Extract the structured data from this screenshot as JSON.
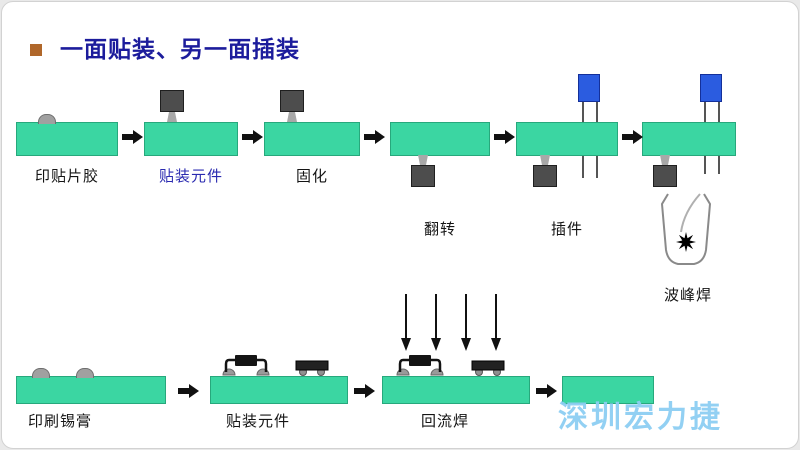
{
  "title": "一面贴装、另一面插装",
  "watermark": "深圳宏力捷",
  "smt_row": {
    "steps": [
      {
        "id": "print-adhesive",
        "label": "印贴片胶"
      },
      {
        "id": "place-components",
        "label": "贴装元件"
      },
      {
        "id": "cure",
        "label": "固化"
      },
      {
        "id": "flip",
        "label": "翻转"
      },
      {
        "id": "insert",
        "label": "插件"
      },
      {
        "id": "wave-solder",
        "label": "波峰焊"
      }
    ]
  },
  "tht_row": {
    "steps": [
      {
        "id": "print-paste",
        "label": "印刷锡膏"
      },
      {
        "id": "place-components",
        "label": "贴装元件"
      },
      {
        "id": "reflow",
        "label": "回流焊"
      }
    ]
  },
  "colors": {
    "board_green": "#3bd6a2",
    "component_gray": "#4d4d4d",
    "solder_gray": "#a0a0a0",
    "capacitor_blue": "#2b5ce0",
    "title_blue": "#1c1c9c",
    "highlight_label_blue": "#2a2ab0",
    "arrow_black": "#111111",
    "watermark_blue": "#8fcef2"
  }
}
